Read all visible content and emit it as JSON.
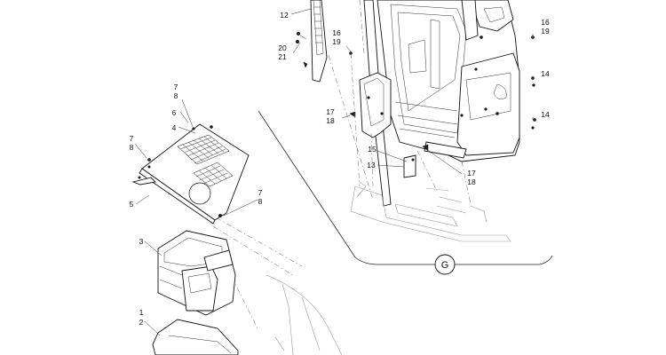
{
  "callouts": {
    "c12": "12",
    "c16a": "16",
    "c19a": "19",
    "c20": "20",
    "c21": "21",
    "c16b": "16",
    "c19b": "19",
    "c14a": "14",
    "c14b": "14",
    "c17a": "17",
    "c18a": "18",
    "c15": "15",
    "c13": "13",
    "c17b": "17",
    "c18b": "18",
    "c7a": "7",
    "c8a": "8",
    "c6": "6",
    "c4": "4",
    "c7b": "7",
    "c8b": "8",
    "c7c": "7",
    "c8c": "8",
    "c5": "5",
    "c3": "3",
    "c1": "1",
    "c2": "2"
  },
  "detail_marker": "G"
}
